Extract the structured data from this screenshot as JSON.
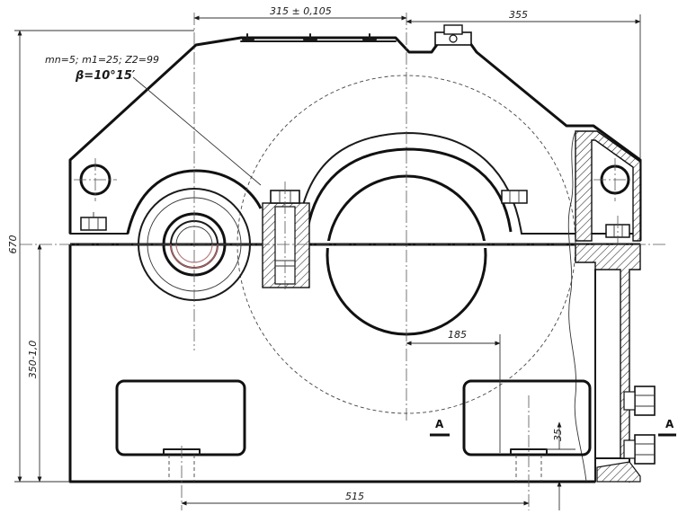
{
  "dimensions": {
    "center_distance": "315 ± 0,105",
    "half_length_right": "355",
    "overall_height": "670",
    "axis_height": "350-1,0",
    "bore_offset": "185",
    "foot_depth": "35",
    "bolt_spacing": "515"
  },
  "gear_spec": {
    "line1": "mn=5; m1=25; Z2=99",
    "line2": "β=10°15′"
  },
  "section_marks": {
    "left": "A",
    "right": "A"
  }
}
